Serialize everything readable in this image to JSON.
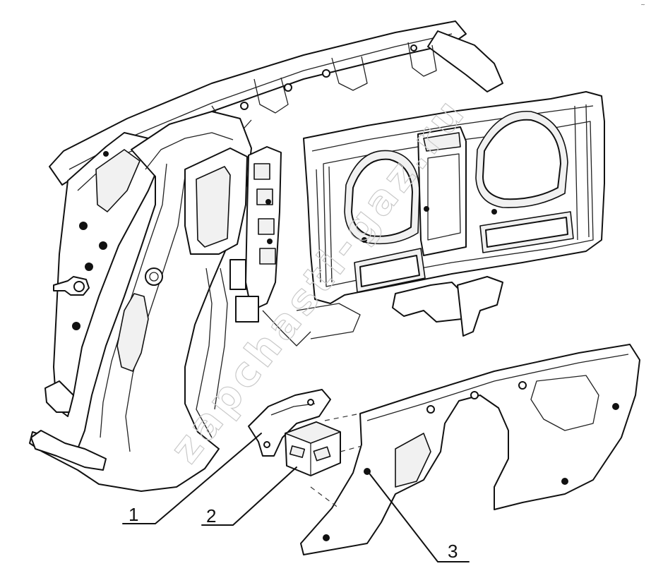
{
  "watermark": "zapchasti-gaz.ru",
  "corner_mark": "~",
  "callouts": [
    {
      "id": "1",
      "label": "1"
    },
    {
      "id": "2",
      "label": "2"
    },
    {
      "id": "3",
      "label": "3"
    }
  ],
  "parts": {
    "dashboard_frame": "instrument-panel-frame",
    "bracket": "bracket",
    "relay_block": "relay-block",
    "cover_panel": "lower-cover-panel"
  }
}
